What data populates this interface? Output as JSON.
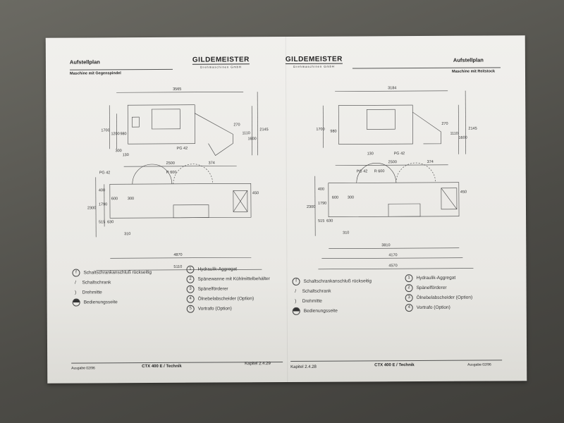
{
  "left_page": {
    "title": "Aufstellplan",
    "subtitle": "Maschine mit Gegenspindel",
    "logo": "GILDEMEISTER",
    "logo_sub": "Drehmaschinen GmbH",
    "top_view_dims": [
      "3565",
      "1700",
      "1200",
      "980",
      "270",
      "1110",
      "1600",
      "2145",
      "300",
      "130",
      "PG 42"
    ],
    "plan_view_dims": [
      "2500",
      "374",
      "R 600",
      "PG 42",
      "400",
      "1790",
      "2300",
      "600",
      "300",
      "450",
      "515",
      "630",
      "310",
      "4870",
      "5110"
    ],
    "legend_symbols": [
      "Schaltschrankanschluß rückseitig",
      "Schaltschrank",
      "Drehmitte",
      "Bedienungsseite"
    ],
    "legend_numbered": [
      {
        "n": "1",
        "label": "Hydraulik-Aggregat"
      },
      {
        "n": "2",
        "label": "Spänewanne mit Kühlmittelbehälter"
      },
      {
        "n": "3",
        "label": "Spänelförderer"
      },
      {
        "n": "4",
        "label": "Ölnebelabscheider (Option)"
      },
      {
        "n": "5",
        "label": "Vortrafo (Option)"
      }
    ],
    "footer_left": "Ausgabe 02/96",
    "footer_center": "CTX 400 E / Technik",
    "footer_right": "Kapitel 2.4.29"
  },
  "right_page": {
    "title": "Aufstellplan",
    "subtitle": "Maschine mit Reitstock",
    "logo": "GILDEMEISTER",
    "logo_sub": "Drehmaschinen GmbH",
    "top_view_dims": [
      "3184",
      "1700",
      "980",
      "270",
      "1110",
      "1600",
      "2145",
      "130",
      "PG 42"
    ],
    "plan_view_dims": [
      "2500",
      "374",
      "R 600",
      "PG 42",
      "400",
      "1790",
      "2300",
      "600",
      "300",
      "450",
      "515",
      "630",
      "310",
      "3810",
      "4170",
      "4570"
    ],
    "legend_symbols": [
      "Schaltschrankanschluß rückseitig",
      "Schaltschrank",
      "Drehmitte",
      "Bedienungsseite"
    ],
    "legend_numbered": [
      {
        "n": "1",
        "label": "Hydraulik-Aggregat"
      },
      {
        "n": "2",
        "label": "Spänelförderer"
      },
      {
        "n": "3",
        "label": "Ölnebelabscheider (Option)"
      },
      {
        "n": "4",
        "label": "Vortrafo (Option)"
      }
    ],
    "footer_left": "Kapitel 2.4.28",
    "footer_center": "CTX 400 E / Technik",
    "footer_right": "Ausgabe 02/96"
  }
}
